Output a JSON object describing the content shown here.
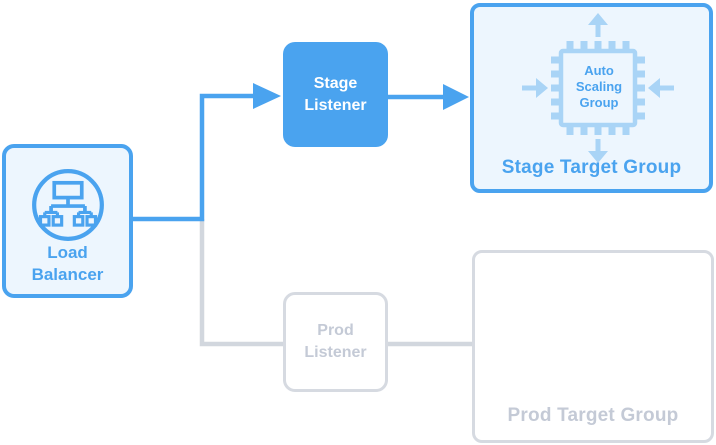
{
  "colors": {
    "primary_blue": "#4aa3ef",
    "light_blue_bg": "#edf6fe",
    "pale_blue": "#a9d4f6",
    "gray_line": "#d2d7de",
    "gray_border": "#d6dae1",
    "gray_text": "#c4cad6",
    "white": "#ffffff"
  },
  "nodes": {
    "load_balancer": {
      "label": "Load Balancer",
      "icon": "load-balancer-hierarchy-icon"
    },
    "stage_listener": {
      "label": "Stage Listener"
    },
    "prod_listener": {
      "label": "Prod Listener"
    },
    "stage_target_group": {
      "label": "Stage Target Group",
      "chip_label": "Auto Scaling Group",
      "icon": "auto-scaling-chip-icon"
    },
    "prod_target_group": {
      "label": "Prod Target Group"
    }
  }
}
